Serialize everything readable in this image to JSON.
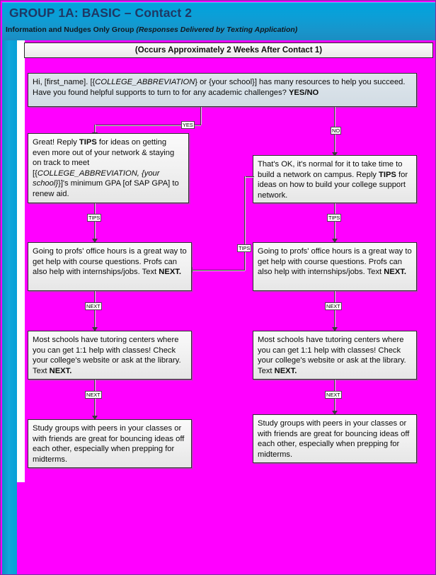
{
  "header": {
    "title": "GROUP 1A: BASIC – Contact 2",
    "subtitle_lead": "Information and Nudges Only Group ",
    "subtitle_italic": "(Responses Delivered by Texting Application)"
  },
  "occurs_bar": {
    "label": "(Occurs Approximately 2 Weeks After Contact 1)"
  },
  "boxes": {
    "intro": {
      "line1_a": "Hi, [first_name]. [{",
      "line1_italic": "COLLEGE_ABBREVIATION",
      "line1_b": "} or {your school}] has many resources to help you succeed. ",
      "line2_a": "Have you found helpful supports to turn to for any academic challenges? ",
      "line2_bold": "YES/NO"
    },
    "yes_branch": {
      "a": "Great! Reply ",
      "bold1": "TIPS",
      "b": " for ideas on getting even more out of your network & staying on track to meet [{",
      "italic1": "COLLEGE_ABBREVIATION, {your school}",
      "c": "}]'s minimum GPA [of SAP GPA] to renew aid."
    },
    "no_branch": {
      "a": "That's OK, it's normal for it to take time to build a network on campus. Reply ",
      "bold1": "TIPS",
      "b": " for ideas on how to build your college support network."
    },
    "office_hours": {
      "a": "Going to profs' office hours is a great way to get help with course questions. Profs can also help with internships/jobs. Text ",
      "bold1": "NEXT."
    },
    "tutoring": {
      "a": "Most schools have tutoring centers where you can get 1:1 help with classes! Check your college's website or ask at the library. Text ",
      "bold1": "NEXT."
    },
    "study_groups": {
      "a": "Study groups with peers in your classes or with friends are great for bouncing ideas off each other, especially when prepping for midterms."
    }
  },
  "connectors": {
    "yes": "YES",
    "no": "NO",
    "tips_left": "TIPS",
    "tips_mid": "TIPS",
    "tips_right": "TIPS",
    "next_l1": "NEXT",
    "next_l2": "NEXT",
    "next_r1": "NEXT",
    "next_r2": "NEXT"
  },
  "colors": {
    "canvas": "#ff00ff",
    "banner_blue": "#0d9ed6",
    "title_navy": "#1f3864",
    "box_fill": "#f1f1f1",
    "box_tinted": "#d8e1e8",
    "border_purple": "#7b2fa0"
  }
}
